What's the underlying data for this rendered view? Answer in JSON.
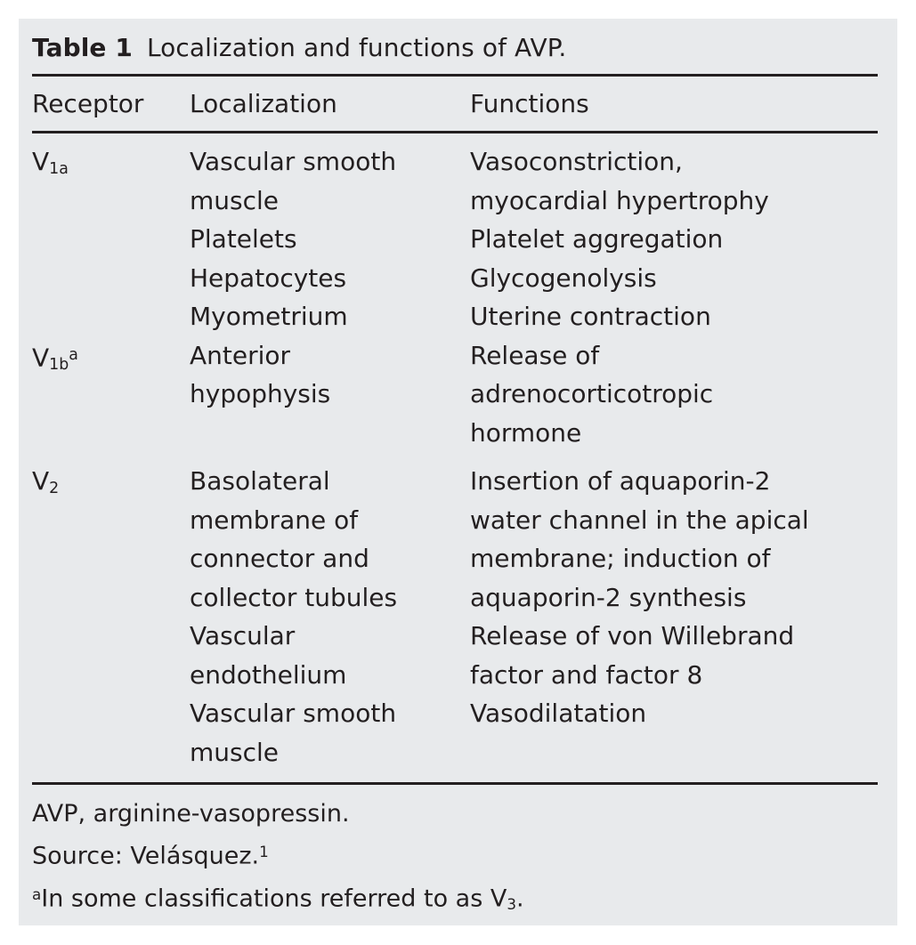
{
  "table": {
    "caption_label": "Table 1",
    "caption_text": "Localization and functions of AVP.",
    "columns": [
      {
        "key": "receptor",
        "header": "Receptor"
      },
      {
        "key": "localization",
        "header": "Localization"
      },
      {
        "key": "functions",
        "header": "Functions"
      }
    ],
    "rows": [
      {
        "receptor": "V1a",
        "receptor_base": "V",
        "receptor_sub": "1a",
        "receptor_sup": "",
        "localization_lines": [
          "Vascular smooth",
          "muscle",
          "Platelets",
          "Hepatocytes",
          "Myometrium"
        ],
        "functions_lines": [
          "Vasoconstriction,",
          "myocardial hypertrophy",
          "Platelet aggregation",
          "Glycogenolysis",
          "Uterine contraction"
        ]
      },
      {
        "receptor": "V1ba",
        "receptor_base": "V",
        "receptor_sub": "1b",
        "receptor_sup": "a",
        "localization_lines": [
          "Anterior",
          "hypophysis",
          ""
        ],
        "functions_lines": [
          "Release of",
          "adrenocorticotropic",
          "hormone"
        ]
      },
      {
        "receptor": "V2",
        "receptor_base": "V",
        "receptor_sub": "2",
        "receptor_sup": "",
        "localization_lines": [
          "Basolateral",
          "membrane of",
          "connector and",
          "collector tubules",
          "Vascular",
          "endothelium",
          "Vascular smooth",
          "muscle"
        ],
        "functions_lines": [
          "Insertion of aquaporin-2",
          "water channel in the apical",
          "membrane; induction of",
          "aquaporin-2 synthesis",
          "Release of von Willebrand",
          "factor and factor 8",
          "Vasodilatation",
          ""
        ]
      }
    ],
    "footnotes": {
      "abbreviation": "AVP, arginine-vasopressin.",
      "source_text": "Source: Velásquez.",
      "source_ref": "1",
      "note_marker": "a",
      "note_text_before": "In some classifications referred to as V",
      "note_sub": "3",
      "note_text_after": "."
    },
    "colors": {
      "panel_background": "#e8eaec",
      "page_background": "#ffffff",
      "text": "#231f20",
      "rule": "#231f20"
    }
  }
}
